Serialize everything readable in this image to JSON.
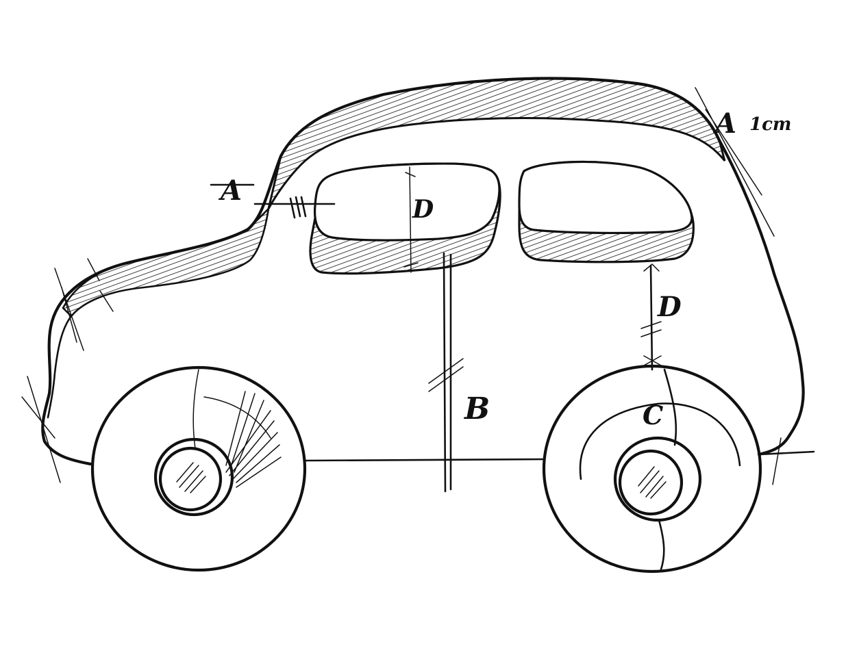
{
  "sketch": {
    "subject": "car",
    "annotations": {
      "label_a_left": "A",
      "label_a_right": "A",
      "scale_note": "1cm",
      "label_d_window": "D",
      "label_d_lower": "D",
      "label_b": "B",
      "label_c": "C"
    }
  }
}
